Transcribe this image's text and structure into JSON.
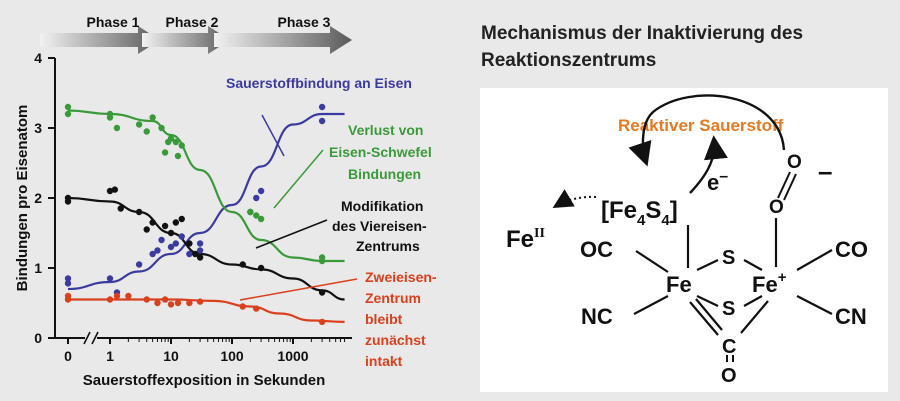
{
  "phases": [
    "Phase 1",
    "Phase 2",
    "Phase 3"
  ],
  "chart_data": {
    "type": "scatter",
    "xlabel": "Sauerstoffexposition in Sekunden",
    "ylabel": "Bindungen pro Eisenatom",
    "x_scale": "log (with 0 before an axis break)",
    "xticks": [
      "0",
      "1",
      "10",
      "100",
      "1000"
    ],
    "yticks": [
      "0",
      "1",
      "2",
      "3",
      "4"
    ],
    "ylim": [
      0,
      4
    ],
    "grid": false,
    "series": [
      {
        "label_lines": [
          "Sauerstoffbindung an Eisen"
        ],
        "color": "#3b3aa0",
        "points": [
          [
            0,
            0.85
          ],
          [
            0,
            0.78
          ],
          [
            1,
            0.85
          ],
          [
            1.3,
            0.65
          ],
          [
            3,
            1.05
          ],
          [
            5,
            1.2
          ],
          [
            6,
            1.25
          ],
          [
            7,
            1.4
          ],
          [
            10,
            1.3
          ],
          [
            12,
            1.35
          ],
          [
            15,
            1.45
          ],
          [
            20,
            1.2
          ],
          [
            30,
            1.25
          ],
          [
            30,
            1.35
          ],
          [
            200,
            1.8
          ],
          [
            250,
            2.0
          ],
          [
            300,
            2.1
          ],
          [
            3000,
            3.3
          ],
          [
            3000,
            3.1
          ]
        ],
        "curve": [
          [
            0,
            0.7
          ],
          [
            1,
            0.8
          ],
          [
            3,
            0.95
          ],
          [
            10,
            1.2
          ],
          [
            30,
            1.5
          ],
          [
            100,
            1.9
          ],
          [
            300,
            2.45
          ],
          [
            1000,
            3.05
          ],
          [
            3000,
            3.2
          ],
          [
            7000,
            3.2
          ]
        ]
      },
      {
        "label_lines": [
          "Verlust von",
          "Eisen-Schwefel",
          "Bindungen"
        ],
        "color": "#3a9a3a",
        "points": [
          [
            0,
            3.3
          ],
          [
            0,
            3.2
          ],
          [
            1,
            3.2
          ],
          [
            1,
            3.15
          ],
          [
            1.3,
            3.0
          ],
          [
            3,
            3.05
          ],
          [
            4,
            2.95
          ],
          [
            5,
            3.15
          ],
          [
            7,
            3.0
          ],
          [
            8,
            2.65
          ],
          [
            9,
            2.8
          ],
          [
            10,
            2.85
          ],
          [
            12,
            2.8
          ],
          [
            13,
            2.6
          ],
          [
            15,
            2.75
          ],
          [
            200,
            1.8
          ],
          [
            250,
            1.75
          ],
          [
            300,
            1.7
          ],
          [
            3000,
            1.15
          ],
          [
            3000,
            1.1
          ]
        ],
        "curve": [
          [
            0,
            3.25
          ],
          [
            1,
            3.2
          ],
          [
            5,
            3.1
          ],
          [
            10,
            2.9
          ],
          [
            30,
            2.4
          ],
          [
            100,
            1.8
          ],
          [
            300,
            1.4
          ],
          [
            1000,
            1.15
          ],
          [
            3000,
            1.1
          ],
          [
            7000,
            1.1
          ]
        ]
      },
      {
        "label_lines": [
          "Modifikation",
          "des Viereisen-",
          "Zentrums"
        ],
        "color": "#111111",
        "points": [
          [
            0,
            2.0
          ],
          [
            0,
            1.95
          ],
          [
            1,
            2.1
          ],
          [
            1.2,
            2.12
          ],
          [
            1.5,
            1.85
          ],
          [
            3,
            1.8
          ],
          [
            4,
            1.55
          ],
          [
            5,
            1.65
          ],
          [
            8,
            1.6
          ],
          [
            10,
            1.5
          ],
          [
            12,
            1.65
          ],
          [
            15,
            1.7
          ],
          [
            20,
            1.35
          ],
          [
            25,
            1.2
          ],
          [
            30,
            1.15
          ],
          [
            150,
            1.05
          ],
          [
            300,
            1.0
          ],
          [
            3000,
            0.65
          ]
        ],
        "curve": [
          [
            0,
            2.0
          ],
          [
            1,
            1.95
          ],
          [
            3,
            1.8
          ],
          [
            10,
            1.5
          ],
          [
            30,
            1.2
          ],
          [
            100,
            1.05
          ],
          [
            300,
            0.98
          ],
          [
            1000,
            0.85
          ],
          [
            3000,
            0.68
          ],
          [
            7000,
            0.55
          ]
        ]
      },
      {
        "label_lines": [
          "Zweieisen-",
          "Zentrum",
          "bleibt",
          "zunächst",
          "intakt"
        ],
        "color": "#d9401e",
        "points": [
          [
            0,
            0.55
          ],
          [
            0,
            0.6
          ],
          [
            1,
            0.55
          ],
          [
            1.3,
            0.6
          ],
          [
            2,
            0.6
          ],
          [
            4,
            0.55
          ],
          [
            6,
            0.5
          ],
          [
            8,
            0.55
          ],
          [
            10,
            0.48
          ],
          [
            13,
            0.5
          ],
          [
            20,
            0.5
          ],
          [
            30,
            0.52
          ],
          [
            150,
            0.45
          ],
          [
            250,
            0.42
          ],
          [
            3000,
            0.23
          ]
        ],
        "curve": [
          [
            0,
            0.55
          ],
          [
            1,
            0.55
          ],
          [
            10,
            0.55
          ],
          [
            50,
            0.53
          ],
          [
            200,
            0.45
          ],
          [
            600,
            0.35
          ],
          [
            2000,
            0.25
          ],
          [
            7000,
            0.23
          ]
        ]
      }
    ]
  },
  "scheme": {
    "title_lines": [
      "Mechanismus der Inaktivierung des",
      "Reaktionszentrums"
    ],
    "reactive_oxygen": "Reaktiver Sauerstoff",
    "electron": "e",
    "electron_sup": "–",
    "cluster_pre": "[Fe",
    "cluster_sub1": "4",
    "cluster_mid": "S",
    "cluster_sub2": "4",
    "cluster_post": "]",
    "fe2": "Fe",
    "fe2_sup": "II",
    "oxygen_o": "O",
    "oxygen_charge": "–",
    "sulfur": "S",
    "iron": "Fe",
    "iron_plus": "Fe",
    "plus_sign": "+",
    "oc": "OC",
    "nc": "NC",
    "co": "CO",
    "cn": "CN",
    "bridge_c": "C",
    "bridge_o": "O"
  }
}
